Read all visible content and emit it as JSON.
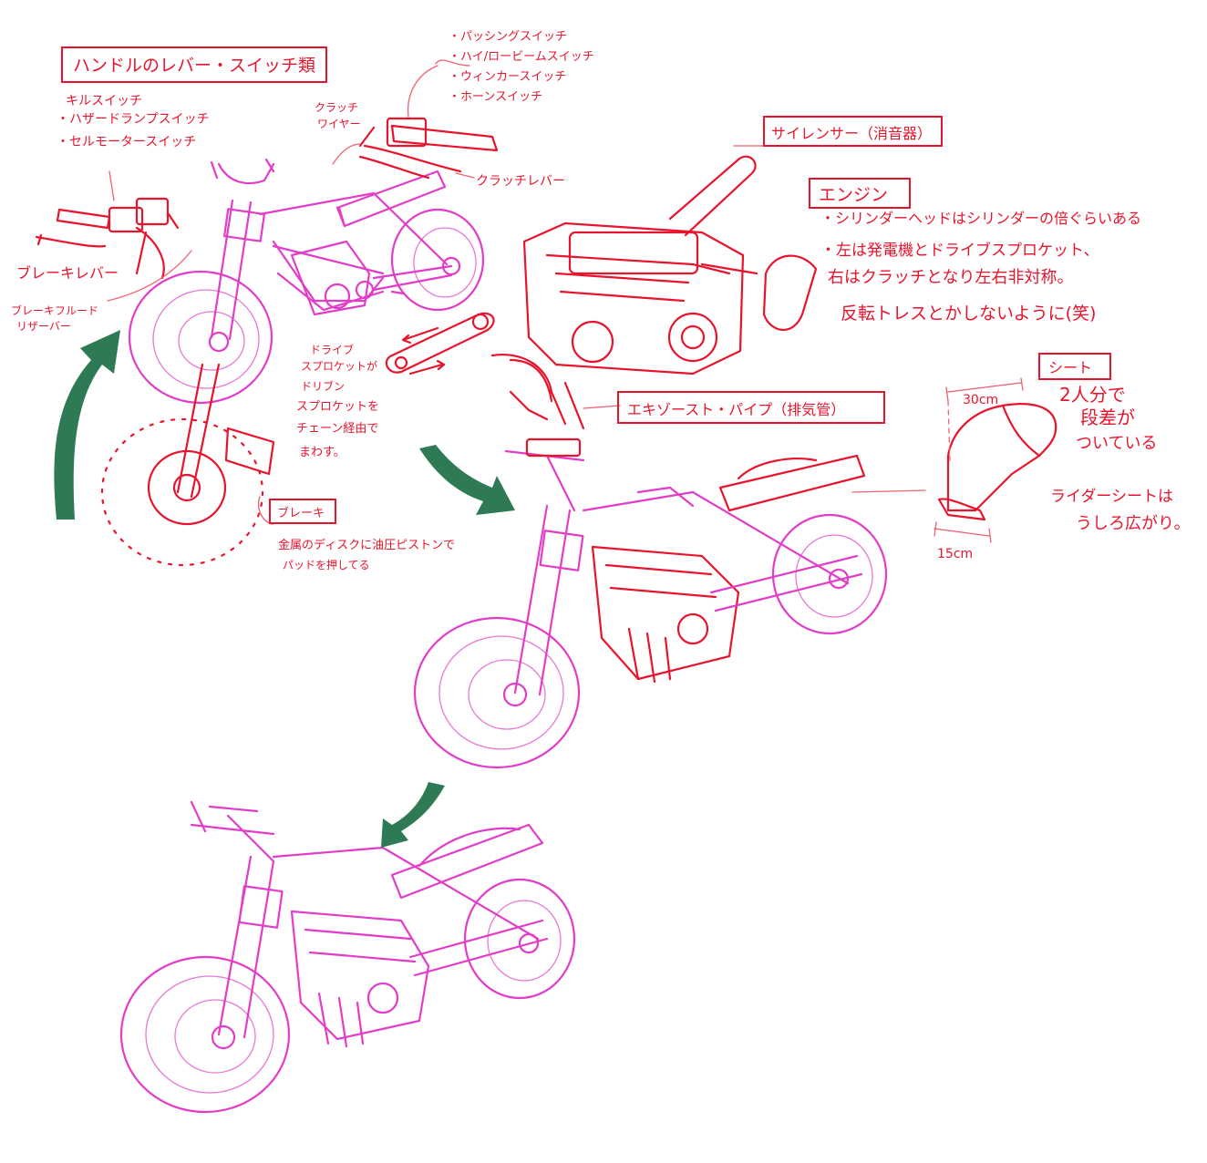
{
  "colors": {
    "ink_red": "#e8142c",
    "ink_pink": "#e23cc8",
    "arrow_green": "#2e7a55",
    "background": "#ffffff"
  },
  "labels": {
    "handle_title": "ハンドルのレバー・スイッチ類",
    "kill_switch": "キルスイッチ",
    "hazard_switch": "・ハザードランプスイッチ",
    "starter_switch": "・セルモータースイッチ",
    "brake_lever": "ブレーキレバー",
    "brake_fluid_1": "ブレーキフルード",
    "brake_fluid_2": "リザーバー",
    "clutch_wire_1": "クラッチ",
    "clutch_wire_2": "ワイヤー",
    "passing_switch": "・パッシングスイッチ",
    "beam_switch": "・ハイ/ロービームスイッチ",
    "winker_switch": "・ウィンカースイッチ",
    "horn_switch": "・ホーンスイッチ",
    "clutch_lever": "クラッチレバー",
    "silencer": "サイレンサー（消音器）",
    "engine_title": "エンジン",
    "engine_note_1": "・シリンダーヘッドはシリンダーの倍ぐらいある",
    "engine_note_2": "・左は発電機とドライブスプロケット、",
    "engine_note_3": "右はクラッチとなり左右非対称。",
    "engine_note_4": "反転トレスとかしないように(笑)",
    "drive_note_1": "ドライブ",
    "drive_note_2": "スプロケットが",
    "drive_note_3": "ドリブン",
    "drive_note_4": "スプロケットを",
    "drive_note_5": "チェーン経由で",
    "drive_note_6": "まわす。",
    "exhaust_pipe": "エキゾースト・パイプ（排気管）",
    "seat_title": "シート",
    "seat_dim_length": "30cm",
    "seat_dim_width": "15cm",
    "seat_note_1": "2人分で",
    "seat_note_2": "段差が",
    "seat_note_3": "ついている",
    "seat_note_4": "ライダーシートは",
    "seat_note_5": "うしろ広がり。",
    "brake_title": "ブレーキ",
    "brake_note_1": "金属のディスクに油圧ピストンで",
    "brake_note_2": "パッドを押してる"
  }
}
